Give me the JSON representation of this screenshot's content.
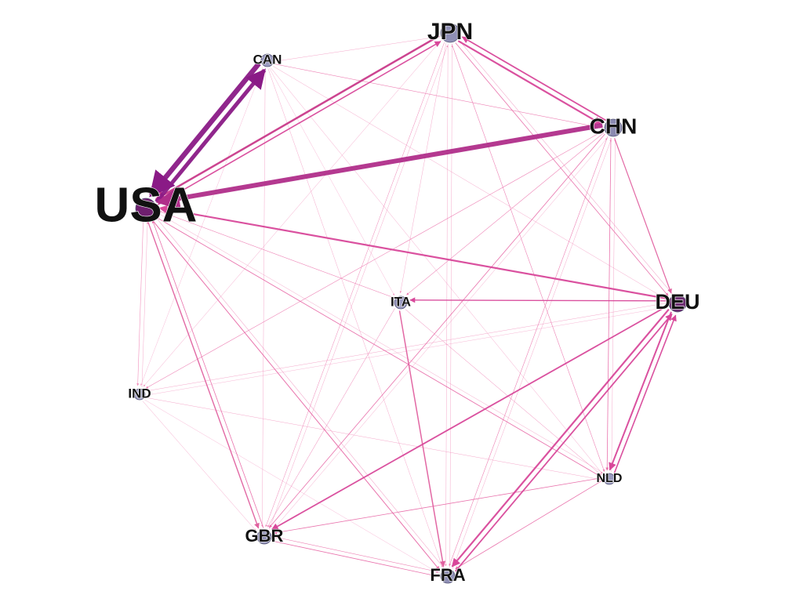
{
  "graph": {
    "type": "network",
    "nodes": [
      {
        "id": "USA",
        "label": "USA",
        "fill": "#6f1f6f",
        "importance": 1.0
      },
      {
        "id": "JPN",
        "label": "JPN",
        "fill": "#8f8fb5",
        "importance": 0.45
      },
      {
        "id": "CAN",
        "label": "CAN",
        "fill": "#9a9ac0",
        "importance": 0.25
      },
      {
        "id": "CHN",
        "label": "CHN",
        "fill": "#8a8ab0",
        "importance": 0.45
      },
      {
        "id": "DEU",
        "label": "DEU",
        "fill": "#6e2f73",
        "importance": 0.45
      },
      {
        "id": "ITA",
        "label": "ITA",
        "fill": "#9a9ac0",
        "importance": 0.25
      },
      {
        "id": "IND",
        "label": "IND",
        "fill": "#a5a5c8",
        "importance": 0.22
      },
      {
        "id": "NLD",
        "label": "NLD",
        "fill": "#9a9ac0",
        "importance": 0.22
      },
      {
        "id": "GBR",
        "label": "GBR",
        "fill": "#8f8fb5",
        "importance": 0.3
      },
      {
        "id": "FRA",
        "label": "FRA",
        "fill": "#8f8fb5",
        "importance": 0.35
      }
    ],
    "edges": [
      {
        "from": "CAN",
        "to": "USA",
        "weight": 6.5,
        "color": "#8a1a86"
      },
      {
        "from": "USA",
        "to": "CAN",
        "weight": 5.0,
        "color": "#8a1a86"
      },
      {
        "from": "CHN",
        "to": "USA",
        "weight": 6.0,
        "color": "#b02e8a"
      },
      {
        "from": "JPN",
        "to": "USA",
        "weight": 2.5,
        "color": "#c93a8a"
      },
      {
        "from": "USA",
        "to": "JPN",
        "weight": 1.6,
        "color": "#d8489a"
      },
      {
        "from": "DEU",
        "to": "USA",
        "weight": 2.2,
        "color": "#d8489a"
      },
      {
        "from": "JPN",
        "to": "CHN",
        "weight": 2.2,
        "color": "#d8489a"
      },
      {
        "from": "CHN",
        "to": "JPN",
        "weight": 1.8,
        "color": "#d8489a"
      },
      {
        "from": "DEU",
        "to": "ITA",
        "weight": 1.4,
        "color": "#d8489a"
      },
      {
        "from": "DEU",
        "to": "FRA",
        "weight": 2.2,
        "color": "#d8489a"
      },
      {
        "from": "FRA",
        "to": "DEU",
        "weight": 1.8,
        "color": "#d8489a"
      },
      {
        "from": "DEU",
        "to": "GBR",
        "weight": 1.8,
        "color": "#d8489a"
      },
      {
        "from": "DEU",
        "to": "NLD",
        "weight": 2.0,
        "color": "#d8489a"
      },
      {
        "from": "NLD",
        "to": "DEU",
        "weight": 1.6,
        "color": "#d8489a"
      },
      {
        "from": "CHN",
        "to": "DEU",
        "weight": 1.2,
        "color": "#e0609f"
      },
      {
        "from": "USA",
        "to": "GBR",
        "weight": 1.4,
        "color": "#e0609f"
      },
      {
        "from": "ITA",
        "to": "FRA",
        "weight": 1.5,
        "color": "#e0609f"
      },
      {
        "from": "USA",
        "to": "FRA",
        "weight": 1.0,
        "color": "#e86aa8"
      },
      {
        "from": "USA",
        "to": "NLD",
        "weight": 0.9,
        "color": "#e86aa8"
      },
      {
        "from": "USA",
        "to": "IND",
        "weight": 0.6,
        "color": "#f08ab8"
      },
      {
        "from": "CAN",
        "to": "CHN",
        "weight": 0.6,
        "color": "#ec7ab0"
      },
      {
        "from": "CAN",
        "to": "JPN",
        "weight": 0.4,
        "color": "#f08ab8"
      },
      {
        "from": "CAN",
        "to": "GBR",
        "weight": 0.4,
        "color": "#f08ab8"
      },
      {
        "from": "CAN",
        "to": "FRA",
        "weight": 0.4,
        "color": "#f08ab8"
      },
      {
        "from": "CAN",
        "to": "NLD",
        "weight": 0.4,
        "color": "#f08ab8"
      },
      {
        "from": "CAN",
        "to": "DEU",
        "weight": 0.4,
        "color": "#f08ab8"
      },
      {
        "from": "JPN",
        "to": "GBR",
        "weight": 0.5,
        "color": "#ec7ab0"
      },
      {
        "from": "JPN",
        "to": "FRA",
        "weight": 0.4,
        "color": "#f08ab8"
      },
      {
        "from": "JPN",
        "to": "NLD",
        "weight": 0.6,
        "color": "#ec7ab0"
      },
      {
        "from": "JPN",
        "to": "DEU",
        "weight": 0.8,
        "color": "#e86aa8"
      },
      {
        "from": "JPN",
        "to": "ITA",
        "weight": 0.4,
        "color": "#f08ab8"
      },
      {
        "from": "JPN",
        "to": "IND",
        "weight": 0.4,
        "color": "#f08ab8"
      },
      {
        "from": "CHN",
        "to": "GBR",
        "weight": 0.8,
        "color": "#e86aa8"
      },
      {
        "from": "CHN",
        "to": "FRA",
        "weight": 0.6,
        "color": "#ec7ab0"
      },
      {
        "from": "CHN",
        "to": "NLD",
        "weight": 0.8,
        "color": "#e86aa8"
      },
      {
        "from": "CHN",
        "to": "ITA",
        "weight": 0.6,
        "color": "#ec7ab0"
      },
      {
        "from": "CHN",
        "to": "IND",
        "weight": 0.6,
        "color": "#ec7ab0"
      },
      {
        "from": "DEU",
        "to": "IND",
        "weight": 0.4,
        "color": "#f08ab8"
      },
      {
        "from": "DEU",
        "to": "JPN",
        "weight": 0.5,
        "color": "#ec7ab0"
      },
      {
        "from": "ITA",
        "to": "GBR",
        "weight": 0.5,
        "color": "#ec7ab0"
      },
      {
        "from": "ITA",
        "to": "NLD",
        "weight": 0.5,
        "color": "#ec7ab0"
      },
      {
        "from": "ITA",
        "to": "USA",
        "weight": 0.6,
        "color": "#ec7ab0"
      },
      {
        "from": "IND",
        "to": "GBR",
        "weight": 0.4,
        "color": "#f08ab8"
      },
      {
        "from": "IND",
        "to": "NLD",
        "weight": 0.4,
        "color": "#f08ab8"
      },
      {
        "from": "IND",
        "to": "FRA",
        "weight": 0.3,
        "color": "#f4a0c8"
      },
      {
        "from": "IND",
        "to": "DEU",
        "weight": 0.3,
        "color": "#f4a0c8"
      },
      {
        "from": "NLD",
        "to": "GBR",
        "weight": 0.8,
        "color": "#e86aa8"
      },
      {
        "from": "NLD",
        "to": "FRA",
        "weight": 0.8,
        "color": "#e86aa8"
      },
      {
        "from": "GBR",
        "to": "FRA",
        "weight": 0.8,
        "color": "#e86aa8"
      },
      {
        "from": "FRA",
        "to": "GBR",
        "weight": 0.6,
        "color": "#ec7ab0"
      },
      {
        "from": "GBR",
        "to": "USA",
        "weight": 0.8,
        "color": "#e86aa8"
      },
      {
        "from": "GBR",
        "to": "JPN",
        "weight": 0.4,
        "color": "#f08ab8"
      },
      {
        "from": "FRA",
        "to": "JPN",
        "weight": 0.4,
        "color": "#f08ab8"
      },
      {
        "from": "FRA",
        "to": "CHN",
        "weight": 0.4,
        "color": "#f08ab8"
      },
      {
        "from": "NLD",
        "to": "CHN",
        "weight": 0.4,
        "color": "#f08ab8"
      },
      {
        "from": "GBR",
        "to": "CHN",
        "weight": 0.4,
        "color": "#f08ab8"
      },
      {
        "from": "FRA",
        "to": "USA",
        "weight": 0.5,
        "color": "#ec7ab0"
      },
      {
        "from": "NLD",
        "to": "USA",
        "weight": 0.4,
        "color": "#f08ab8"
      },
      {
        "from": "IND",
        "to": "USA",
        "weight": 0.4,
        "color": "#f08ab8"
      },
      {
        "from": "CAN",
        "to": "IND",
        "weight": 0.3,
        "color": "#f4a0c8"
      },
      {
        "from": "CAN",
        "to": "ITA",
        "weight": 0.3,
        "color": "#f4a0c8"
      }
    ]
  }
}
